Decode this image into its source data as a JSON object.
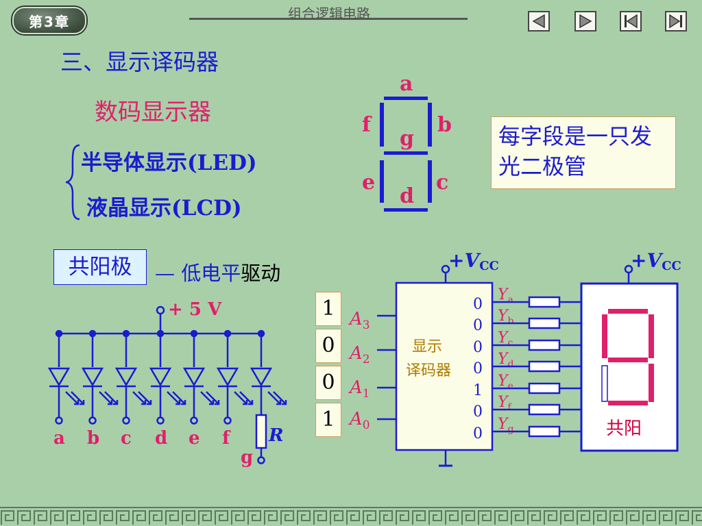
{
  "header": {
    "chapter_badge": "第3章",
    "title": "组合逻辑电路"
  },
  "nav": {
    "prev_label": "",
    "next_label": "",
    "first_label": "",
    "last_label": ""
  },
  "content": {
    "section_title": "三、显示译码器",
    "subtitle": "数码显示器",
    "list": [
      "半导体显示(LED)",
      "液晶显示(LCD)"
    ],
    "note": "每字段是一只发光二极管",
    "anode_label": "共阳极",
    "drive_prefix": "— 低电平",
    "drive_suffix": "驱动"
  },
  "segment_display": {
    "labels": [
      "a",
      "b",
      "c",
      "d",
      "e",
      "f",
      "g"
    ]
  },
  "led_circuit": {
    "supply": "+ 5 V",
    "outputs": [
      "a",
      "b",
      "c",
      "d",
      "e",
      "f"
    ],
    "g_label": "g",
    "resistor": "R"
  },
  "decoder": {
    "label_line1": "显示",
    "label_line2": "译码器",
    "supply_left": "+V",
    "supply_right": "+V",
    "supply_sub": "CC",
    "input_bits": [
      "1",
      "0",
      "0",
      "1"
    ],
    "input_names": [
      "A",
      "A",
      "A",
      "A"
    ],
    "input_subs": [
      "3",
      "2",
      "1",
      "0"
    ],
    "output_values": [
      "0",
      "0",
      "0",
      "0",
      "1",
      "0",
      "0"
    ],
    "output_names": [
      "Y",
      "Y",
      "Y",
      "Y",
      "Y",
      "Y",
      "Y"
    ],
    "output_subs": [
      "a",
      "b",
      "c",
      "d",
      "e",
      "f",
      "g"
    ],
    "display_label": "共阳"
  },
  "colors": {
    "background": "#a9cfa9",
    "blue": "#1b1bd0",
    "pink": "#e0206a",
    "crimson": "#d00040",
    "gold_text": "#b07a00"
  }
}
